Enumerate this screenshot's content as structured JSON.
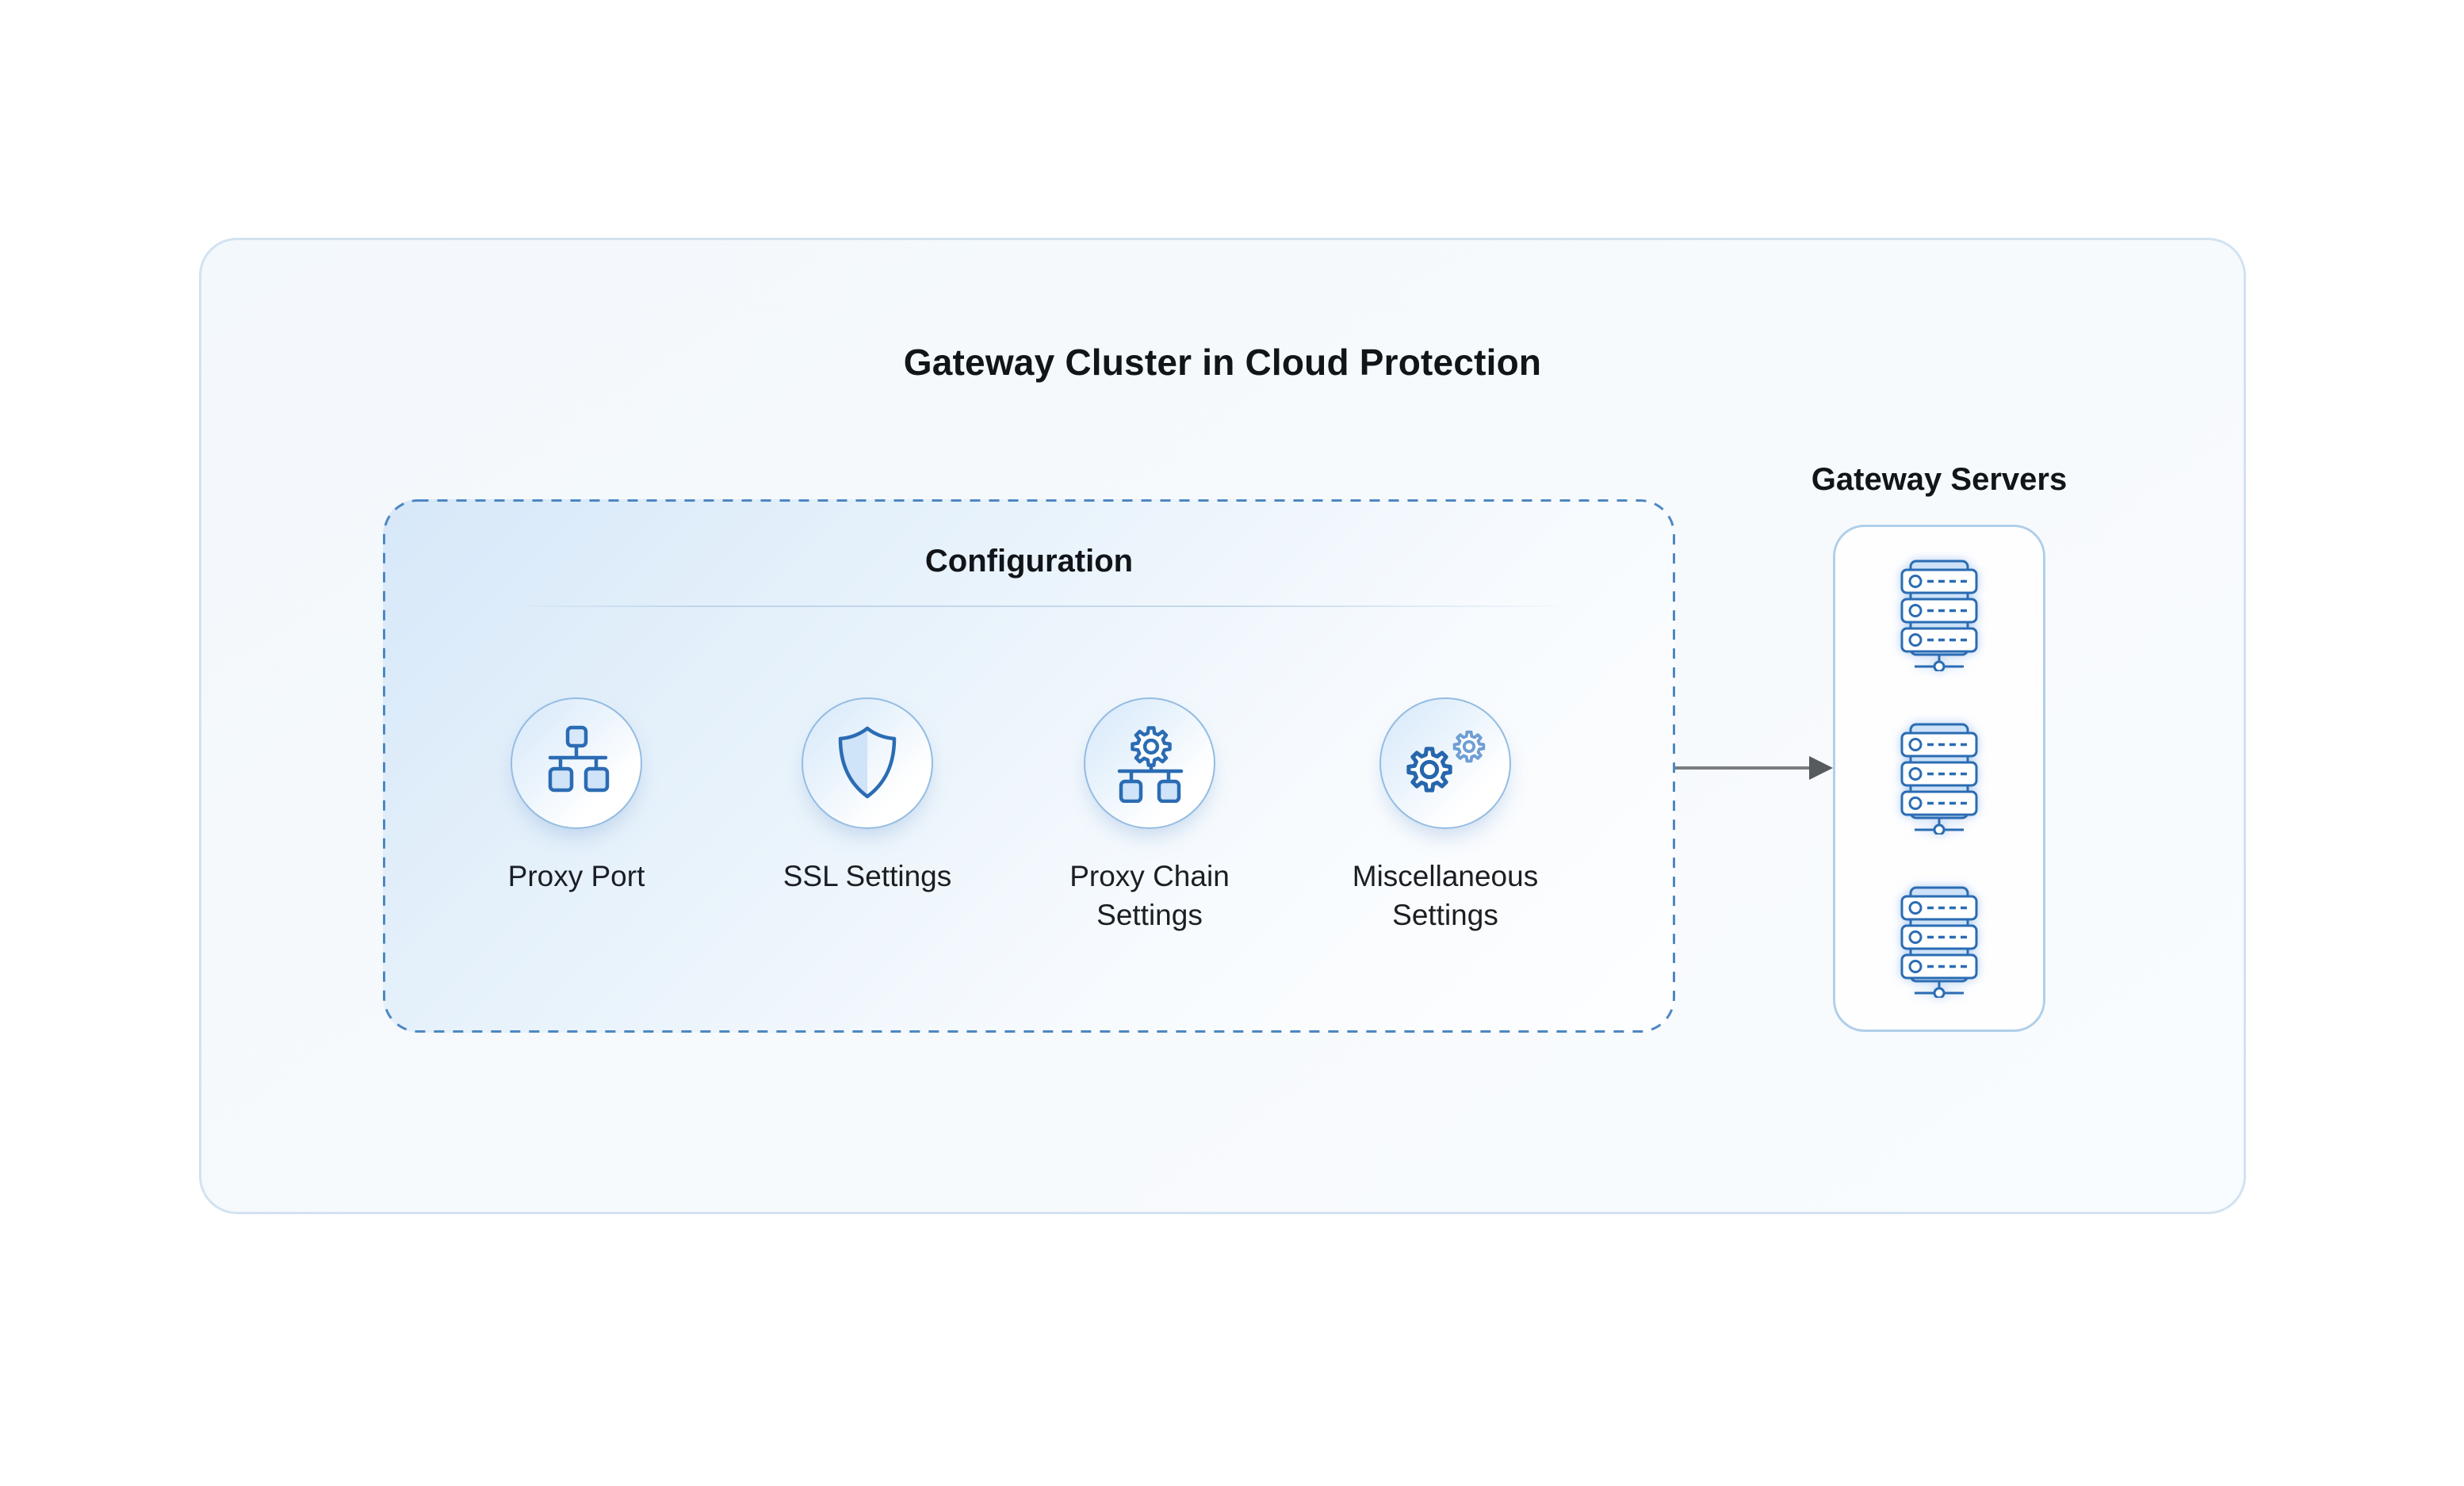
{
  "page": {
    "title": "Gateway Cluster in Cloud Protection"
  },
  "configuration": {
    "title": "Configuration",
    "items": [
      {
        "label": "Proxy Port",
        "icon": "network-topology-icon"
      },
      {
        "label": "SSL Settings",
        "icon": "shield-icon"
      },
      {
        "label": "Proxy Chain Settings",
        "icon": "gear-network-icon"
      },
      {
        "label": "Miscellaneous Settings",
        "icon": "double-gear-icon"
      }
    ]
  },
  "gateway": {
    "title": "Gateway Servers",
    "server_count": 3,
    "server_icon": "server-stack-icon"
  },
  "connector": {
    "type": "arrow-right",
    "from": "configuration-box",
    "to": "gateway-servers-box"
  },
  "colors": {
    "icon_stroke": "#2b6cb3",
    "icon_fill_light": "#cfe3f9",
    "small_gear_stroke": "#6f9fd4",
    "dashed_border": "#4d87c2",
    "circle_border": "#94bce2",
    "outer_border": "#d2e2f0",
    "gateway_border": "#b0cfe9",
    "arrow_line": "#797c80",
    "arrow_head": "#575a5e",
    "text": "#15181c"
  }
}
